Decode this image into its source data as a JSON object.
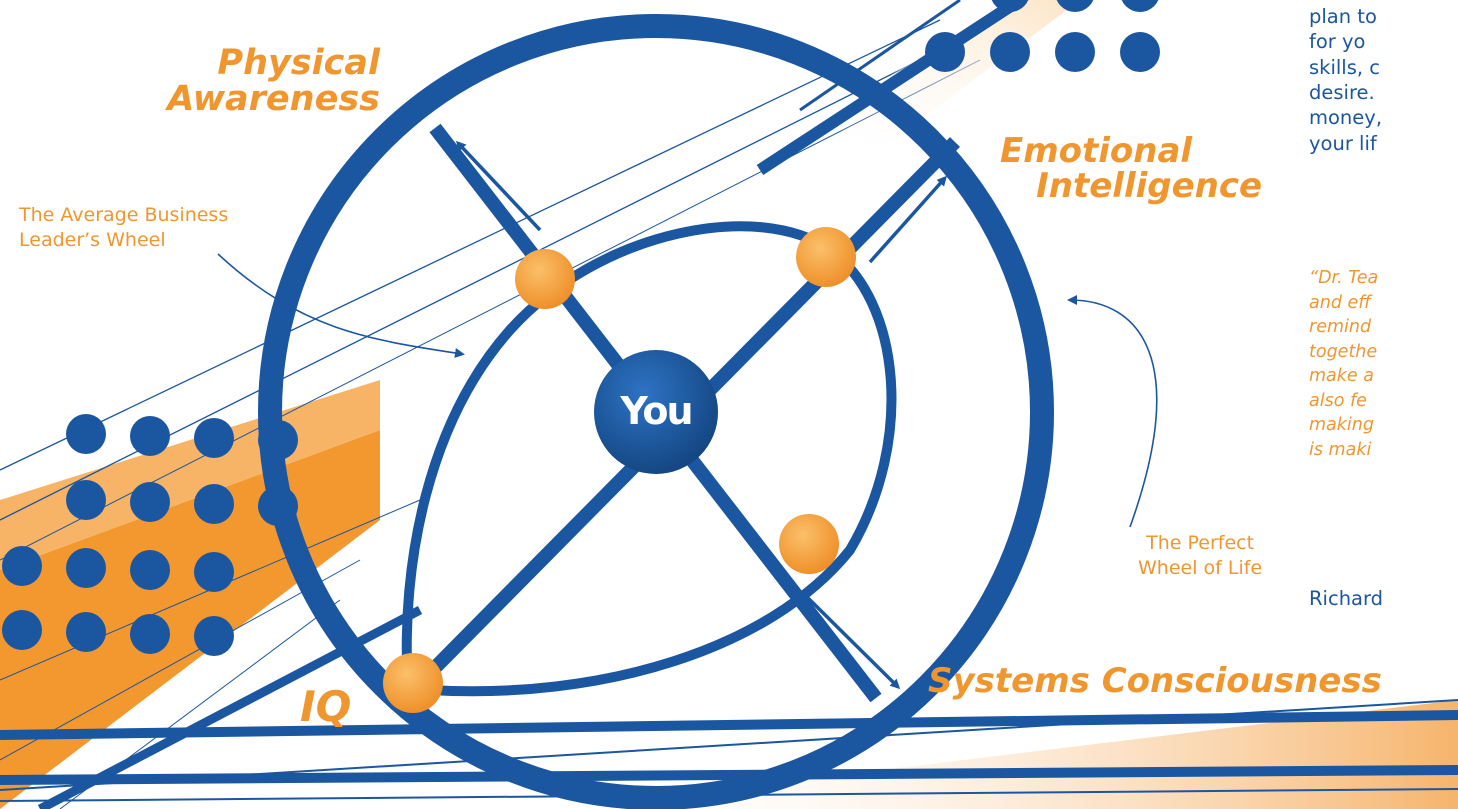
{
  "center_label": "You",
  "dimensions": {
    "physical": [
      "Physical",
      "Awareness"
    ],
    "emotional": [
      "Emotional",
      "Intelligence"
    ],
    "iq": "IQ",
    "systems": "Systems Consciousness"
  },
  "annotations": {
    "average_wheel": [
      "The Average Business",
      "Leader’s Wheel"
    ],
    "perfect_wheel": [
      "The Perfect",
      "Wheel of Life"
    ]
  },
  "body_text": [
    "plan to",
    "for yo",
    "skills, c",
    "desire.",
    "money,",
    "your lif"
  ],
  "quote_lines": [
    "“Dr. Tea",
    "and eff",
    "remind",
    "togethe",
    "make a",
    "also fe",
    "making",
    "is maki"
  ],
  "attribution": "Richard",
  "colors": {
    "blue": "#1b56a1",
    "orange": "#f0962f",
    "light_orange": "#f9c98f"
  }
}
